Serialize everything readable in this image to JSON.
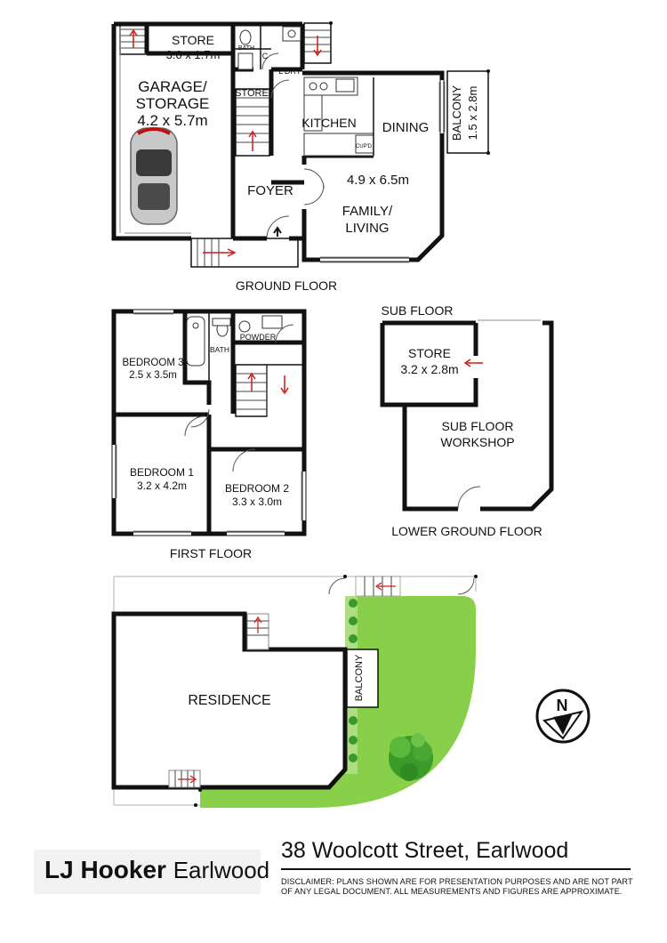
{
  "ground_floor": {
    "caption": "GROUND FLOOR",
    "rooms": {
      "store_top": "STORE",
      "store_top_dim": "3.0 x 1.7m",
      "garage_line1": "GARAGE/",
      "garage_line2": "STORAGE",
      "garage_dim": "4.2 x 5.7m",
      "bath": "BATH",
      "c": "C",
      "laundry": "L'DRY",
      "store_mid": "STORE",
      "kitchen": "KITCHEN",
      "cupd": "CUP'D",
      "dining": "DINING",
      "living_dim": "4.9 x 6.5m",
      "foyer": "FOYER",
      "family_line1": "FAMILY/",
      "family_line2": "LIVING",
      "balcony": "BALCONY",
      "balcony_dim": "1.5 x 2.8m"
    }
  },
  "first_floor": {
    "caption": "FIRST FLOOR",
    "rooms": {
      "bath": "BATH",
      "powder": "POWDER",
      "bedroom3": "BEDROOM 3",
      "bedroom3_dim": "2.5 x 3.5m",
      "bedroom1": "BEDROOM 1",
      "bedroom1_dim": "3.2 x 4.2m",
      "bedroom2": "BEDROOM 2",
      "bedroom2_dim": "3.3 x 3.0m"
    }
  },
  "lower_ground_floor": {
    "title": "SUB FLOOR",
    "caption": "LOWER GROUND FLOOR",
    "rooms": {
      "store": "STORE",
      "store_dim": "3.2 x 2.8m",
      "workshop_line1": "SUB FLOOR",
      "workshop_line2": "WORKSHOP"
    }
  },
  "site_plan": {
    "residence": "RESIDENCE",
    "balcony": "BALCONY"
  },
  "compass": {
    "letter": "N"
  },
  "footer": {
    "brand_main": "LJ Hooker",
    "brand_sub": "Earlwood",
    "address": "38 Woolcott Street, Earlwood",
    "disclaimer": "DISCLAIMER:  PLANS SHOWN ARE FOR PRESENTATION PURPOSES AND ARE NOT PART OF ANY LEGAL DOCUMENT. ALL MEASUREMENTS AND FIGURES ARE APPROXIMATE."
  },
  "colors": {
    "wall": "#111111",
    "lawn": "#88cf4a",
    "tree": "#3a9a2a",
    "arrow": "#cc1a1a",
    "logo_bg": "#f2f2f2"
  }
}
